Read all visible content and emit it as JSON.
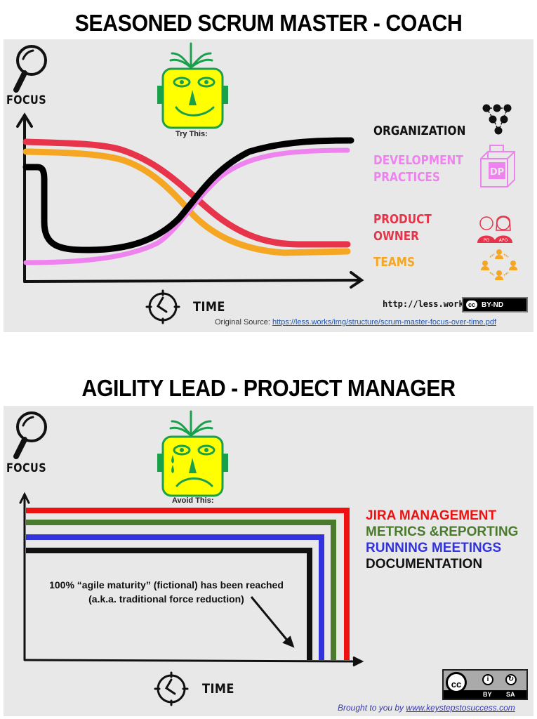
{
  "panel1": {
    "title": "SEASONED SCRUM MASTER - COACH",
    "y_axis_label": "FOCUS",
    "x_axis_label": "TIME",
    "face_caption": "Try This:",
    "face_mood": "happy",
    "legend": [
      {
        "label_line1": "ORGANIZATION",
        "label_line2": "",
        "color": "#000000",
        "icon": "organization-network-icon"
      },
      {
        "label_line1": "DEVELOPMENT",
        "label_line2": "PRACTICES",
        "color": "#ee82ee",
        "icon": "dp-box-icon"
      },
      {
        "label_line1": "PRODUCT",
        "label_line2": "OWNER",
        "color": "#e8344a",
        "icon": "po-apo-people-icon"
      },
      {
        "label_line1": "TEAMS",
        "label_line2": "",
        "color": "#f5a623",
        "icon": "teams-circle-icon"
      }
    ],
    "dp_icon_text": "DP",
    "po_badge": "PO",
    "apo_badge": "APO",
    "license_site": "http://less.works",
    "license_cc": "cc",
    "license_type": "BY-ND",
    "source_label": "Original Source:",
    "source_link": "https://less.works/img/structure/scrum-master-focus-over-time.pdf"
  },
  "panel2": {
    "title": "AGILITY LEAD - PROJECT MANAGER",
    "y_axis_label": "FOCUS",
    "x_axis_label": "TIME",
    "face_caption": "Avoid This:",
    "face_mood": "sad",
    "legend": [
      {
        "label": "JIRA MANAGEMENT",
        "color": "#ee1111"
      },
      {
        "label": "METRICS &REPORTING",
        "color": "#4a7a2c"
      },
      {
        "label": "RUNNING MEETINGS",
        "color": "#3333dd"
      },
      {
        "label": "DOCUMENTATION",
        "color": "#111111"
      }
    ],
    "annotation_line1": "100% “agile maturity” (fictional) has been reached",
    "annotation_line2": "(a.k.a. traditional force reduction)",
    "license_cc": "cc",
    "license_by": "BY",
    "license_sa": "SA",
    "credit_label": "Brought to you by",
    "credit_link": "www.keystepstosuccess.com"
  },
  "chart_data": [
    {
      "type": "line",
      "title": "SEASONED SCRUM MASTER - COACH",
      "xlabel": "TIME",
      "ylabel": "FOCUS",
      "note": "Qualitative hand-drawn curves; values are relative focus (0-100) estimated from the drawing",
      "x": [
        0,
        10,
        20,
        30,
        40,
        50,
        60,
        70,
        80,
        90,
        100
      ],
      "series": [
        {
          "name": "ORGANIZATION",
          "color": "#000000",
          "values": [
            72,
            15,
            14,
            16,
            26,
            48,
            70,
            83,
            88,
            89,
            90
          ]
        },
        {
          "name": "DEVELOPMENT PRACTICES",
          "color": "#ee82ee",
          "values": [
            12,
            13,
            14,
            16,
            22,
            40,
            64,
            78,
            84,
            85,
            85
          ]
        },
        {
          "name": "PRODUCT OWNER",
          "color": "#e8344a",
          "values": [
            92,
            90,
            89,
            84,
            70,
            50,
            32,
            22,
            18,
            17,
            17
          ]
        },
        {
          "name": "TEAMS",
          "color": "#f5a623",
          "values": [
            86,
            85,
            83,
            78,
            64,
            44,
            26,
            17,
            14,
            13,
            14
          ]
        }
      ],
      "grid": false,
      "legend_position": "right"
    },
    {
      "type": "line",
      "title": "AGILITY LEAD - PROJECT MANAGER",
      "xlabel": "TIME",
      "ylabel": "FOCUS",
      "note": "Step functions: constant focus then abrupt drop to zero near the end",
      "series": [
        {
          "name": "JIRA MANAGEMENT",
          "color": "#ee1111",
          "level": 96,
          "drop_at": 95
        },
        {
          "name": "METRICS &REPORTING",
          "color": "#4a7a2c",
          "level": 89,
          "drop_at": 92
        },
        {
          "name": "RUNNING MEETINGS",
          "color": "#3333dd",
          "level": 80,
          "drop_at": 88
        },
        {
          "name": "DOCUMENTATION",
          "color": "#111111",
          "level": 72,
          "drop_at": 85
        }
      ],
      "annotations": [
        "100% “agile maturity” (fictional) has been reached",
        "(a.k.a. traditional force reduction)"
      ],
      "grid": false,
      "legend_position": "right"
    }
  ]
}
